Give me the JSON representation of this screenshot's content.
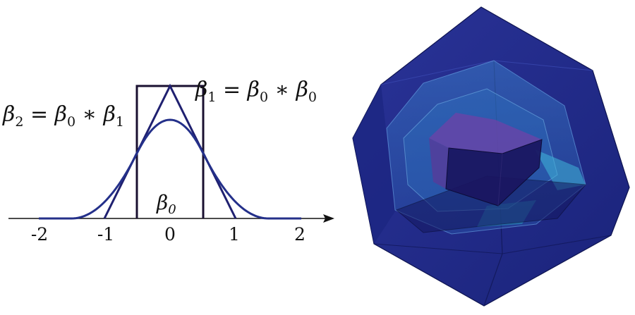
{
  "plot": {
    "tick_labels": [
      "-2",
      "-1",
      "0",
      "1",
      "2"
    ],
    "beta0_symbol": "β",
    "beta0_sub": "0",
    "beta1_label": {
      "lhs": "β",
      "lhs_sub": "1",
      "eq": " = ",
      "a": "β",
      "a_sub": "0",
      "op": " ∗ ",
      "b": "β",
      "b_sub": "0"
    },
    "beta2_label": {
      "lhs": "β",
      "lhs_sub": "2",
      "eq": " = ",
      "a": "β",
      "a_sub": "0",
      "op": " ∗ ",
      "b": "β",
      "b_sub": "1"
    },
    "colors": {
      "box": "#1a1030",
      "hat": "#1f2070",
      "spline": "#24308a",
      "axis": "#111111"
    }
  },
  "polyhedron": {
    "colors": {
      "outer": "#1d2a8a",
      "mid": "#2a5fb0",
      "inner_top": "#5a3a9a",
      "core": "#1a1560"
    }
  }
}
